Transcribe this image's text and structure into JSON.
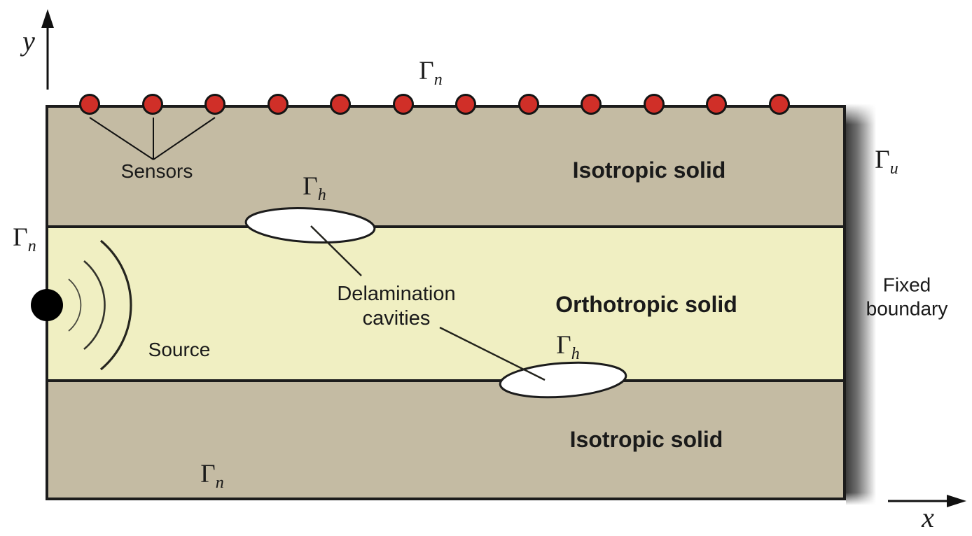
{
  "axes": {
    "x": "x",
    "y": "y"
  },
  "layers": [
    {
      "label": "Isotropic solid"
    },
    {
      "label": "Orthotropic solid"
    },
    {
      "label": "Isotropic solid"
    }
  ],
  "boundaries": {
    "top": {
      "symbol": "Γ",
      "sub": "n"
    },
    "left": {
      "symbol": "Γ",
      "sub": "n"
    },
    "bottom": {
      "symbol": "Γ",
      "sub": "n"
    },
    "right": {
      "symbol": "Γ",
      "sub": "u"
    },
    "cavity_top": {
      "symbol": "Γ",
      "sub": "h"
    },
    "cavity_bottom": {
      "symbol": "Γ",
      "sub": "h"
    }
  },
  "annotations": {
    "sensors": "Sensors",
    "source": "Source",
    "delamination": [
      "Delamination",
      "cavities"
    ],
    "fixed_boundary": [
      "Fixed",
      "boundary"
    ]
  },
  "sensor_row": {
    "count": 12
  },
  "colors": {
    "isotropic_layer": "#c4bba3",
    "orthotropic_layer": "#f0efc2",
    "sensor_fill": "#d02f28",
    "outline": "#1c1c1c"
  }
}
